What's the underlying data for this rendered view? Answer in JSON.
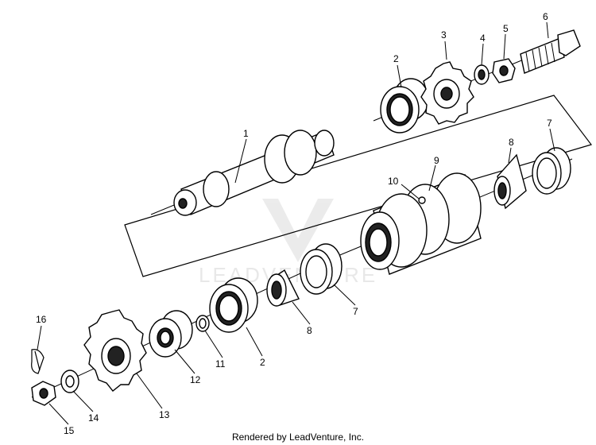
{
  "labels": {
    "p1": "1",
    "p2a": "2",
    "p3": "3",
    "p4": "4",
    "p5": "5",
    "p6": "6",
    "p7a": "7",
    "p8a": "8",
    "p9": "9",
    "p10": "10",
    "p7b": "7",
    "p8b": "8",
    "p2b": "2",
    "p11": "11",
    "p12": "12",
    "p13": "13",
    "p14": "14",
    "p15": "15",
    "p16": "16"
  },
  "watermark": "LEADVENTURE",
  "credit": "Rendered by LeadVenture, Inc."
}
